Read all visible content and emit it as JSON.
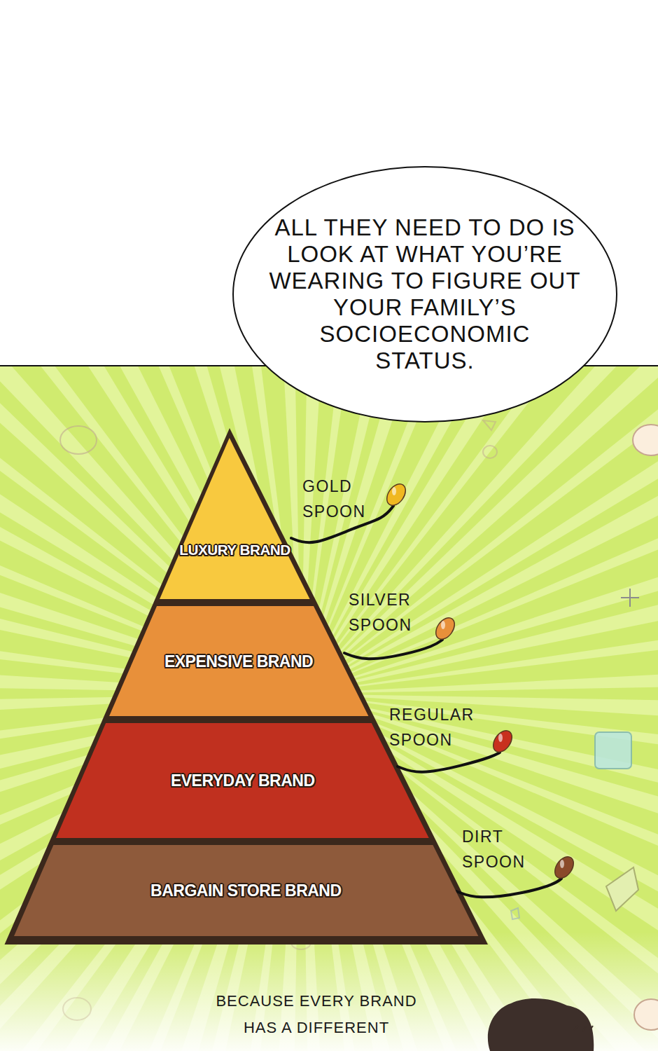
{
  "diagram": {
    "nodes": [
      {
        "text": [
          "ALL THEY NEED TO DO IS LOOK AT WHAT YOU’RE WEARING TO FIGURE OUT YOUR FAMILY’S SOCIOECONOMIC STATUS."
        ]
      },
      {
        "text": [
          "LUXURY BRAND"
        ]
      },
      {
        "text": [
          "EXPENSIVE BRAND"
        ]
      },
      {
        "text": [
          "EVERYDAY BRAND"
        ]
      },
      {
        "text": [
          "BARGAIN STORE BRAND"
        ]
      }
    ],
    "labels": [
      "GOLD SPOON",
      "SILVER SPOON",
      "REGULAR SPOON",
      "DIRT SPOON",
      "BECAUSE EVERY BRAND HAS A DIFFERENT"
    ]
  }
}
